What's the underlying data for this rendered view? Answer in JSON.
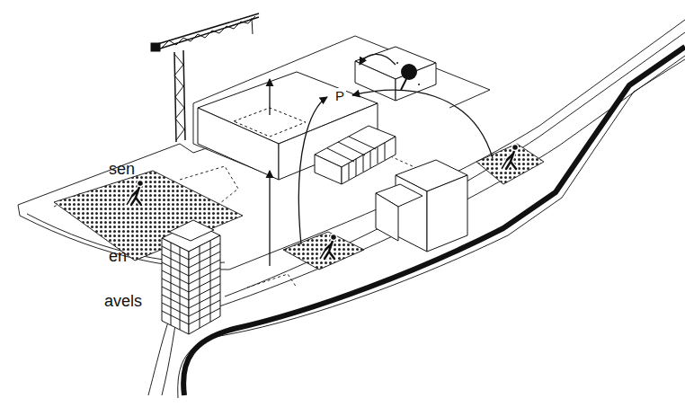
{
  "diagram": {
    "labels": [
      "sen",
      "en",
      "avels",
      "P"
    ]
  }
}
